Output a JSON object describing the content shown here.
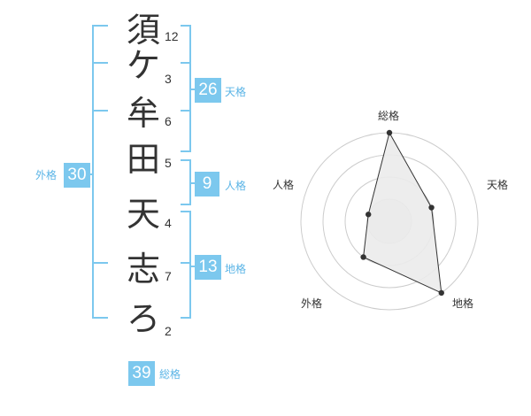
{
  "name_chars": [
    {
      "char": "須",
      "strokes": "12"
    },
    {
      "char": "ケ",
      "strokes": "3"
    },
    {
      "char": "牟",
      "strokes": "6"
    },
    {
      "char": "田",
      "strokes": "5"
    },
    {
      "char": "天",
      "strokes": "4"
    },
    {
      "char": "志",
      "strokes": "7"
    },
    {
      "char": "ろ",
      "strokes": "2"
    }
  ],
  "kaku": {
    "tenkaku": {
      "value": "26",
      "label": "天格"
    },
    "jinkaku": {
      "value": "9",
      "label": "人格"
    },
    "chikaku": {
      "value": "13",
      "label": "地格"
    },
    "gaikaku": {
      "value": "30",
      "label": "外格"
    },
    "soukaku": {
      "value": "39",
      "label": "総格"
    }
  },
  "colors": {
    "accent": "#7cc8ee",
    "accent_text": "#5ab4e6",
    "text": "#333333",
    "radar_fill": "#ebebeb",
    "ring": "#cccccc"
  },
  "chart_data": {
    "type": "radar",
    "axes": [
      "総格",
      "天格",
      "地格",
      "外格",
      "人格"
    ],
    "values": [
      4,
      2,
      4,
      2,
      1
    ],
    "scale_max": 4,
    "rings": 4
  }
}
